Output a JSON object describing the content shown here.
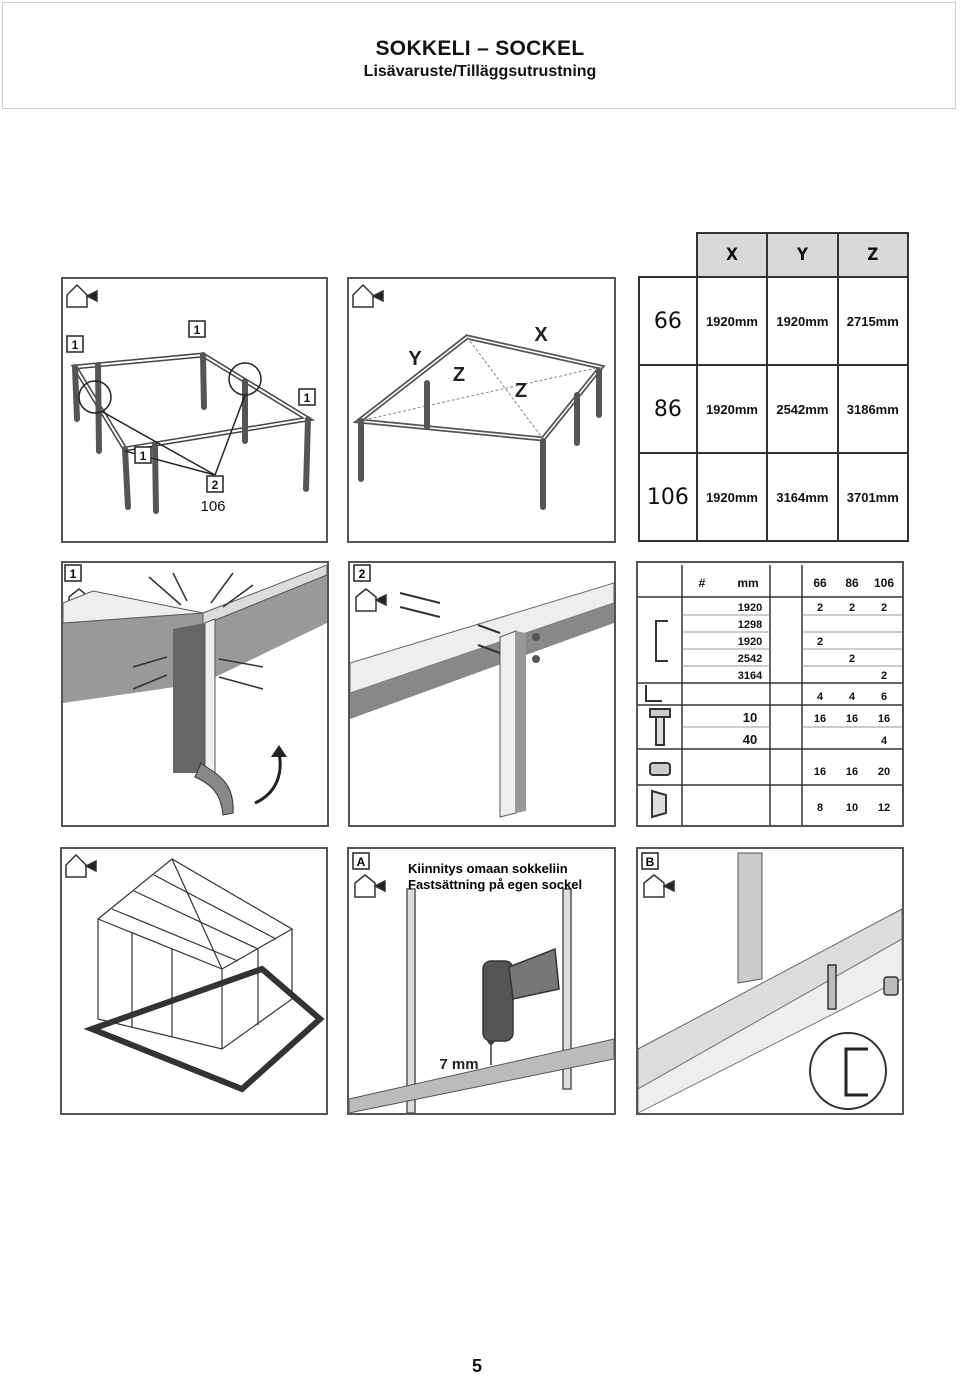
{
  "header": {
    "title": "SOKKELI – SOCKEL",
    "subtitle": "Lisävaruste/Tilläggsutrustning"
  },
  "dimension_table": {
    "columns": [
      "X",
      "Y",
      "Z"
    ],
    "rows": [
      {
        "model": "66",
        "x": "1920mm",
        "y": "1920mm",
        "z": "2715mm"
      },
      {
        "model": "86",
        "x": "1920mm",
        "y": "2542mm",
        "z": "3186mm"
      },
      {
        "model": "106",
        "x": "1920mm",
        "y": "3164mm",
        "z": "3701mm"
      }
    ]
  },
  "overview_panel": {
    "part_labels": [
      "1",
      "1",
      "1",
      "1"
    ],
    "corner_label": "2",
    "corner_model": "106"
  },
  "measure_panel": {
    "labels": [
      "X",
      "Y",
      "Z",
      "Z"
    ]
  },
  "step_labels": {
    "step1": "1",
    "step2": "2",
    "stepA": "A",
    "stepB": "B"
  },
  "parts_table": {
    "header": [
      "#",
      "mm",
      "66",
      "86",
      "106"
    ],
    "rows": [
      {
        "mm": "1920",
        "m66": "2",
        "m86": "2",
        "m106": "2"
      },
      {
        "mm": "1298",
        "m66": "",
        "m86": "",
        "m106": ""
      },
      {
        "mm": "1920",
        "m66": "2",
        "m86": "",
        "m106": ""
      },
      {
        "mm": "2542",
        "m66": "",
        "m86": "2",
        "m106": ""
      },
      {
        "mm": "3164",
        "m66": "",
        "m86": "",
        "m106": "2"
      },
      {
        "mm": "",
        "m66": "4",
        "m86": "4",
        "m106": "6"
      },
      {
        "mm": "10",
        "m66": "16",
        "m86": "16",
        "m106": "16"
      },
      {
        "mm": "40",
        "m66": "",
        "m86": "",
        "m106": "4"
      },
      {
        "mm": "",
        "m66": "16",
        "m86": "16",
        "m106": "20"
      },
      {
        "mm": "",
        "m66": "8",
        "m86": "10",
        "m106": "12"
      }
    ]
  },
  "drill_panel": {
    "caption_line1": "Kiinnitys omaan sokkeliin",
    "caption_line2": "Fastsättning på egen sockel",
    "drill_size": "7 mm"
  },
  "page_number": "5"
}
